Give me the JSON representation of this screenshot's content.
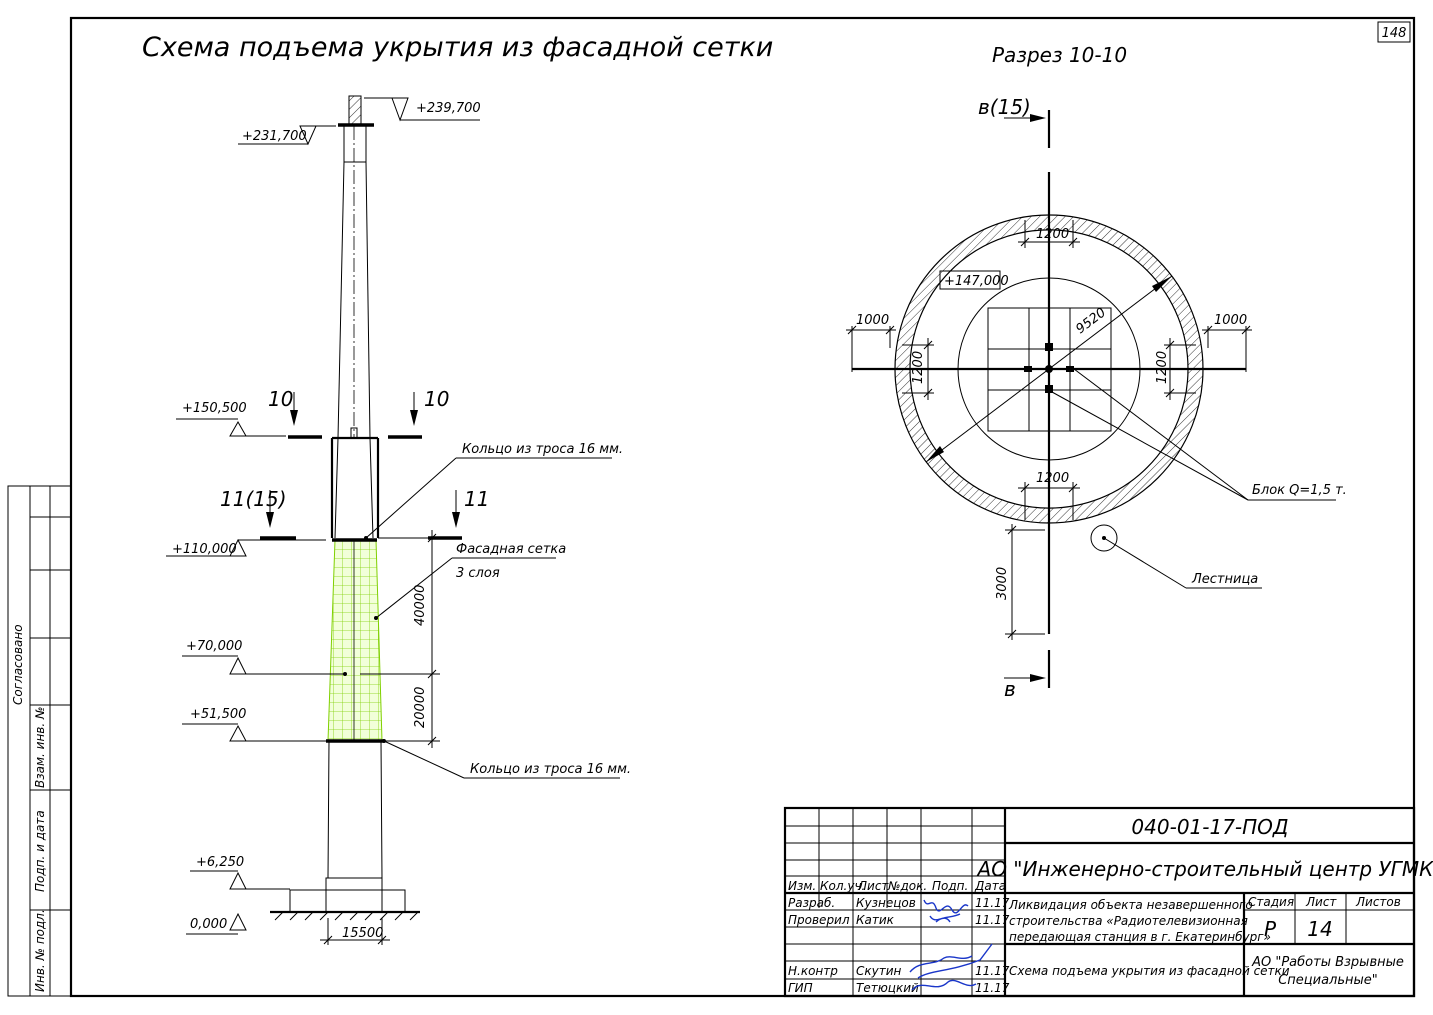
{
  "sheet_number": "148",
  "title": "Схема подъема укрытия из фасадной сетки",
  "section_title": "Разрез 10-10",
  "elevations": {
    "top_mast": "+239,700",
    "top_tower": "+231,700",
    "e150": "+150,500",
    "e110": "+110,000",
    "e70": "+70,000",
    "e51": "+51,500",
    "e6": "+6,250",
    "e0": "0,000"
  },
  "section_marks": {
    "ten_left": "10",
    "ten_right": "10",
    "eleven_left": "11(15)",
    "eleven_right": "11"
  },
  "callouts": {
    "ring_top": "Кольцо из троса   16 мм.",
    "facade_net": "Фасадная сетка",
    "layers": "3 слоя",
    "ring_bottom": "Кольцо из троса   16 мм."
  },
  "dimensions": {
    "base_width": "15500",
    "net_upper": "40000",
    "net_lower": "20000"
  },
  "plan": {
    "axis_top": "в(15)",
    "axis_bottom": "в",
    "dim_top": "1200",
    "dim_bottom": "1200",
    "dim_left_outer": "1000",
    "dim_right_outer": "1000",
    "dim_left_inner": "1200",
    "dim_right_inner": "1200",
    "diameter": "9520",
    "level": "+147,000",
    "ladder_len": "3000",
    "block": "Блок Q=1,5 т.",
    "ladder": "Лестница"
  },
  "stamp": {
    "side_soglasovano": "Согласовано",
    "side_vzam": "Взам. инв. №",
    "side_podp": "Подп. и дата",
    "side_inv": "Инв. № подл.",
    "doc_code": "040-01-17-ПОД",
    "org": "АО \"Инженерно-строительный центр УГМК\"",
    "headers": [
      "Изм.",
      "Кол.уч.",
      "Лист",
      "№док.",
      "Подп.",
      "Дата"
    ],
    "rows": [
      {
        "role": "Разраб.",
        "name": "Кузнецов",
        "date": "11.17"
      },
      {
        "role": "Проверил",
        "name": "Катик",
        "date": "11.17"
      },
      {
        "role": "Н.контр",
        "name": "Скутин",
        "date": "11.17"
      },
      {
        "role": "ГИП",
        "name": "Тетюцкий",
        "date": "11.17"
      }
    ],
    "object_lines": [
      "Ликвидация объекта незавершенного",
      "строительства «Радиотелевизионная",
      "передающая станция в г. Екатеринбург»"
    ],
    "stage_header": "Стадия",
    "sheet_header": "Лист",
    "sheets_header": "Листов",
    "stage": "Р",
    "sheet": "14",
    "sheets": "",
    "drawing_name": "Схема подъема укрытия из фасадной сетки",
    "contractor_lines": [
      "АО \"Работы Взрывные",
      "Специальные\""
    ]
  }
}
